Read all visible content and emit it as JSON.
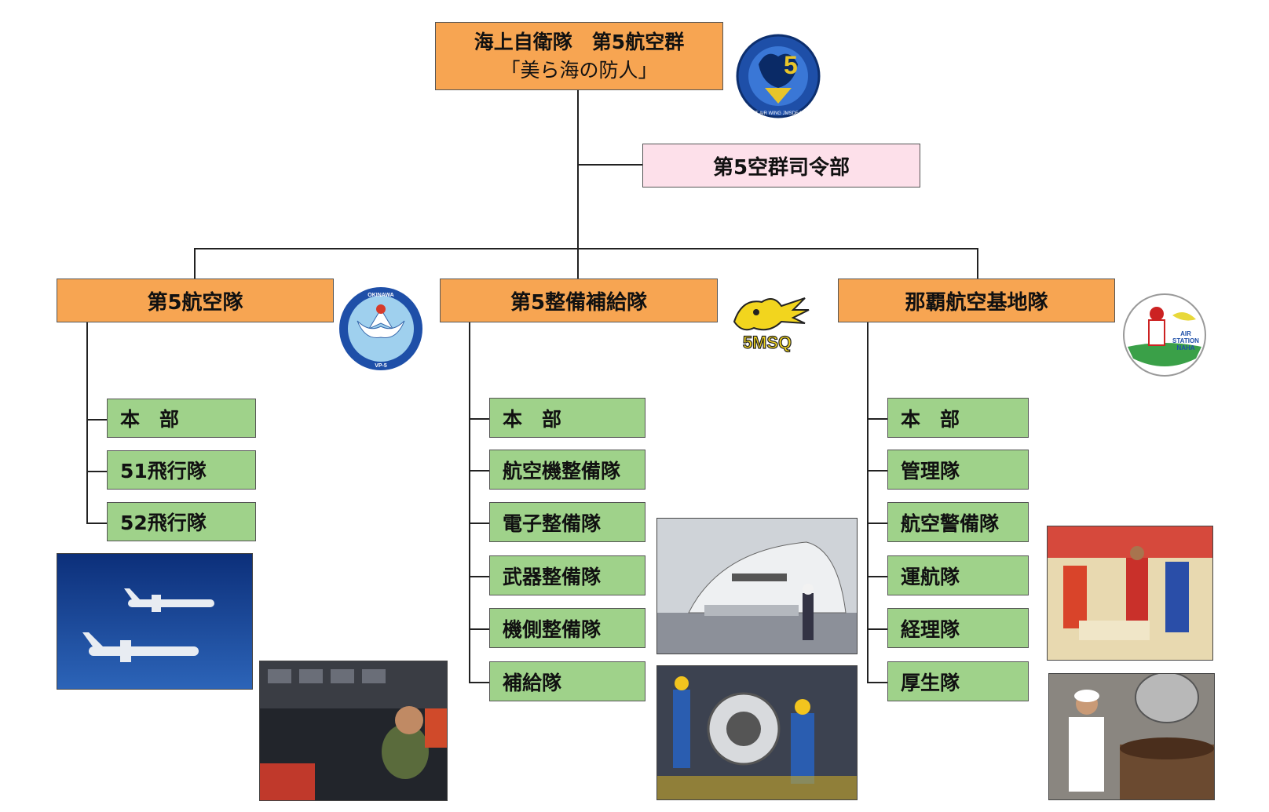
{
  "root": {
    "title": "海上自衛隊　第5航空群",
    "motto": "「美ら海の防人」",
    "emblem_text": "FLEET AIR WING JMSDF NAHA",
    "emblem_number": "5"
  },
  "hq": {
    "label": "第5空群司令部"
  },
  "units": [
    {
      "name": "第5航空隊",
      "emblem_text_top": "OKINAWA",
      "emblem_text_bottom": "VP-5",
      "children": [
        "本　部",
        "51飛行隊",
        "52飛行隊"
      ]
    },
    {
      "name": "第5整備補給隊",
      "emblem_text": "5MSQ",
      "children": [
        "本　部",
        "航空機整備隊",
        "電子整備隊",
        "武器整備隊",
        "機側整備隊",
        "補給隊"
      ]
    },
    {
      "name": "那覇航空基地隊",
      "emblem_text_1": "AIR",
      "emblem_text_2": "STATION",
      "emblem_text_3": "NAHA",
      "children": [
        "本　部",
        "管理隊",
        "航空警備隊",
        "運航隊",
        "経理隊",
        "厚生隊"
      ]
    }
  ],
  "colors": {
    "orange": "#f7a552",
    "pink": "#fde0ea",
    "green": "#9fd28a"
  }
}
